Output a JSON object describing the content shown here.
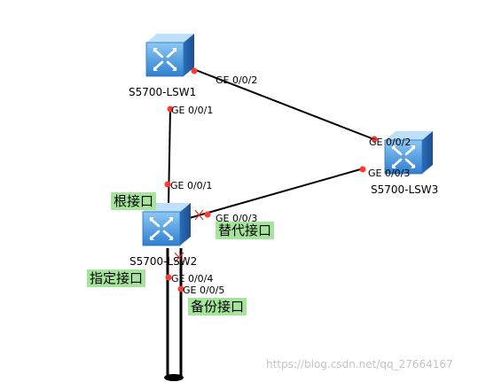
{
  "switches": {
    "lsw1": {
      "name": "S5700-LSW1"
    },
    "lsw2": {
      "name": "S5700-LSW2"
    },
    "lsw3": {
      "name": "S5700-LSW3"
    }
  },
  "ports": {
    "lsw1_ge002": "GE 0/0/2",
    "lsw1_ge001": "GE 0/0/1",
    "lsw3_ge002": "GE 0/0/2",
    "lsw3_ge003": "GE 0/0/3",
    "lsw2_ge001": "GE 0/0/1",
    "lsw2_ge003": "GE 0/0/3",
    "lsw2_ge004": "GE 0/0/4",
    "lsw2_ge005": "GE 0/0/5"
  },
  "roles": {
    "root": "根接口",
    "alternate": "替代接口",
    "designated": "指定接口",
    "backup": "备份接口"
  },
  "watermark": "https://blog.csdn.net/qq_27664167",
  "colors": {
    "switch_blue": "#4f9fe0",
    "port_dot": "#ff3b30",
    "role_bg": "#a5e59b",
    "link": "#000000",
    "blocked_mark": "#e0302a"
  }
}
